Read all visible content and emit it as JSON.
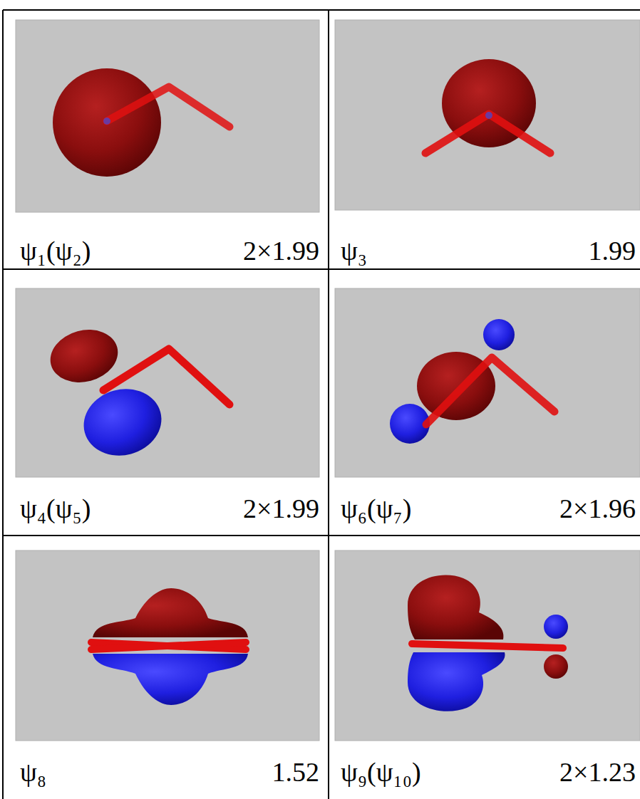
{
  "diagram": {
    "labels": [
      "ψ₁(ψ₂)",
      "2×1.99",
      "ψ₃",
      "1.99",
      "ψ₄(ψ₅)",
      "2×1.99",
      "ψ₆(ψ₇)",
      "2×1.96",
      "ψ₈",
      "1.52",
      "ψ₉(ψ₁₀)",
      "2×1.23"
    ]
  }
}
